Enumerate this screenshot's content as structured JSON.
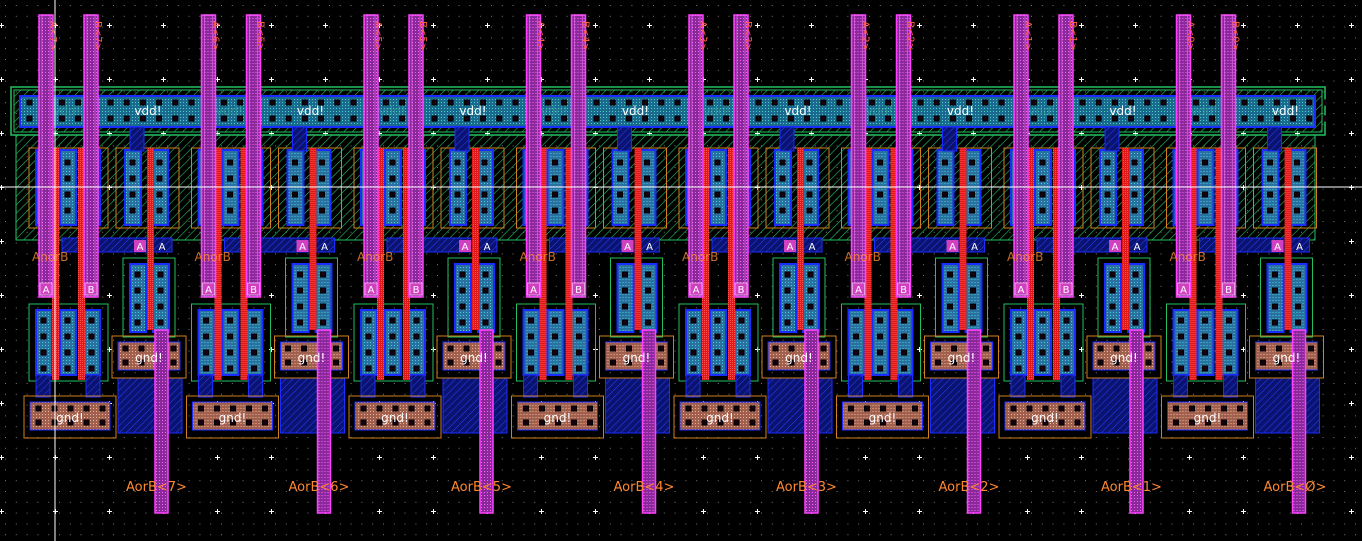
{
  "layout_view": {
    "supply_labels": {
      "power": "vdd!",
      "ground": "gnd!"
    },
    "internal_net_label": "AnorB",
    "pin_labels": {
      "a": "A",
      "b": "B"
    },
    "bits": [
      {
        "a_in": "A<7>",
        "b_in": "B<7>",
        "out": "AorB<7>"
      },
      {
        "a_in": "A<6>",
        "b_in": "B<6>",
        "out": "AorB<6>"
      },
      {
        "a_in": "A<5>",
        "b_in": "B<5>",
        "out": "AorB<5>"
      },
      {
        "a_in": "A<4>",
        "b_in": "B<4>",
        "out": "AorB<4>"
      },
      {
        "a_in": "A<3>",
        "b_in": "B<3>",
        "out": "AorB<3>"
      },
      {
        "a_in": "A<2>",
        "b_in": "B<2>",
        "out": "AorB<2>"
      },
      {
        "a_in": "A<1>",
        "b_in": "B<1>",
        "out": "AorB<1>"
      },
      {
        "a_in": "A<0>",
        "b_in": "B<0>",
        "out": "AorB<Ø>"
      }
    ],
    "colors": {
      "background": "#000000",
      "metal1": "#1a2cff",
      "metal2": "#ff40ff",
      "poly": "#ff2020",
      "nwell": "#22c060",
      "diffusion": "#3aa0c0",
      "select": "#d08020",
      "label": "#ff8830",
      "grid": "#ffffff"
    }
  }
}
